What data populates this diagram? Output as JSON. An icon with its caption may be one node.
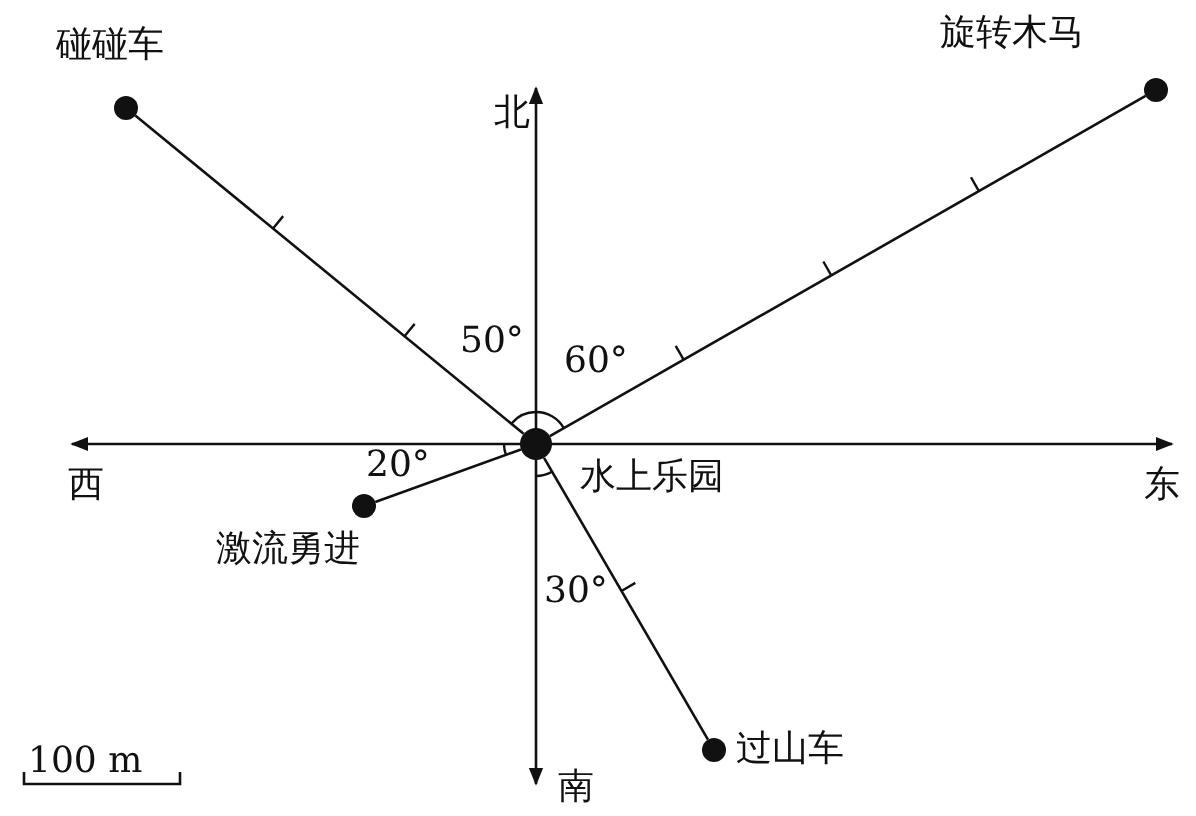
{
  "diagram": {
    "nodes": [
      {
        "text": [
          "碰碰车"
        ]
      },
      {
        "text": [
          "旋转木马"
        ]
      },
      {
        "text": [
          "水上乐园"
        ]
      },
      {
        "text": [
          "激流勇进"
        ]
      },
      {
        "text": [
          "过山车"
        ]
      }
    ],
    "edges": [
      {
        "from": 2,
        "to": 0,
        "arrow": "none"
      },
      {
        "from": 2,
        "to": 1,
        "arrow": "none"
      },
      {
        "from": 2,
        "to": 3,
        "arrow": "none"
      },
      {
        "from": 2,
        "to": 4,
        "arrow": "none"
      }
    ],
    "labels": [
      "北",
      "50°",
      "60°",
      "西",
      "20°",
      "东",
      "30°",
      "南",
      "100 m"
    ]
  }
}
